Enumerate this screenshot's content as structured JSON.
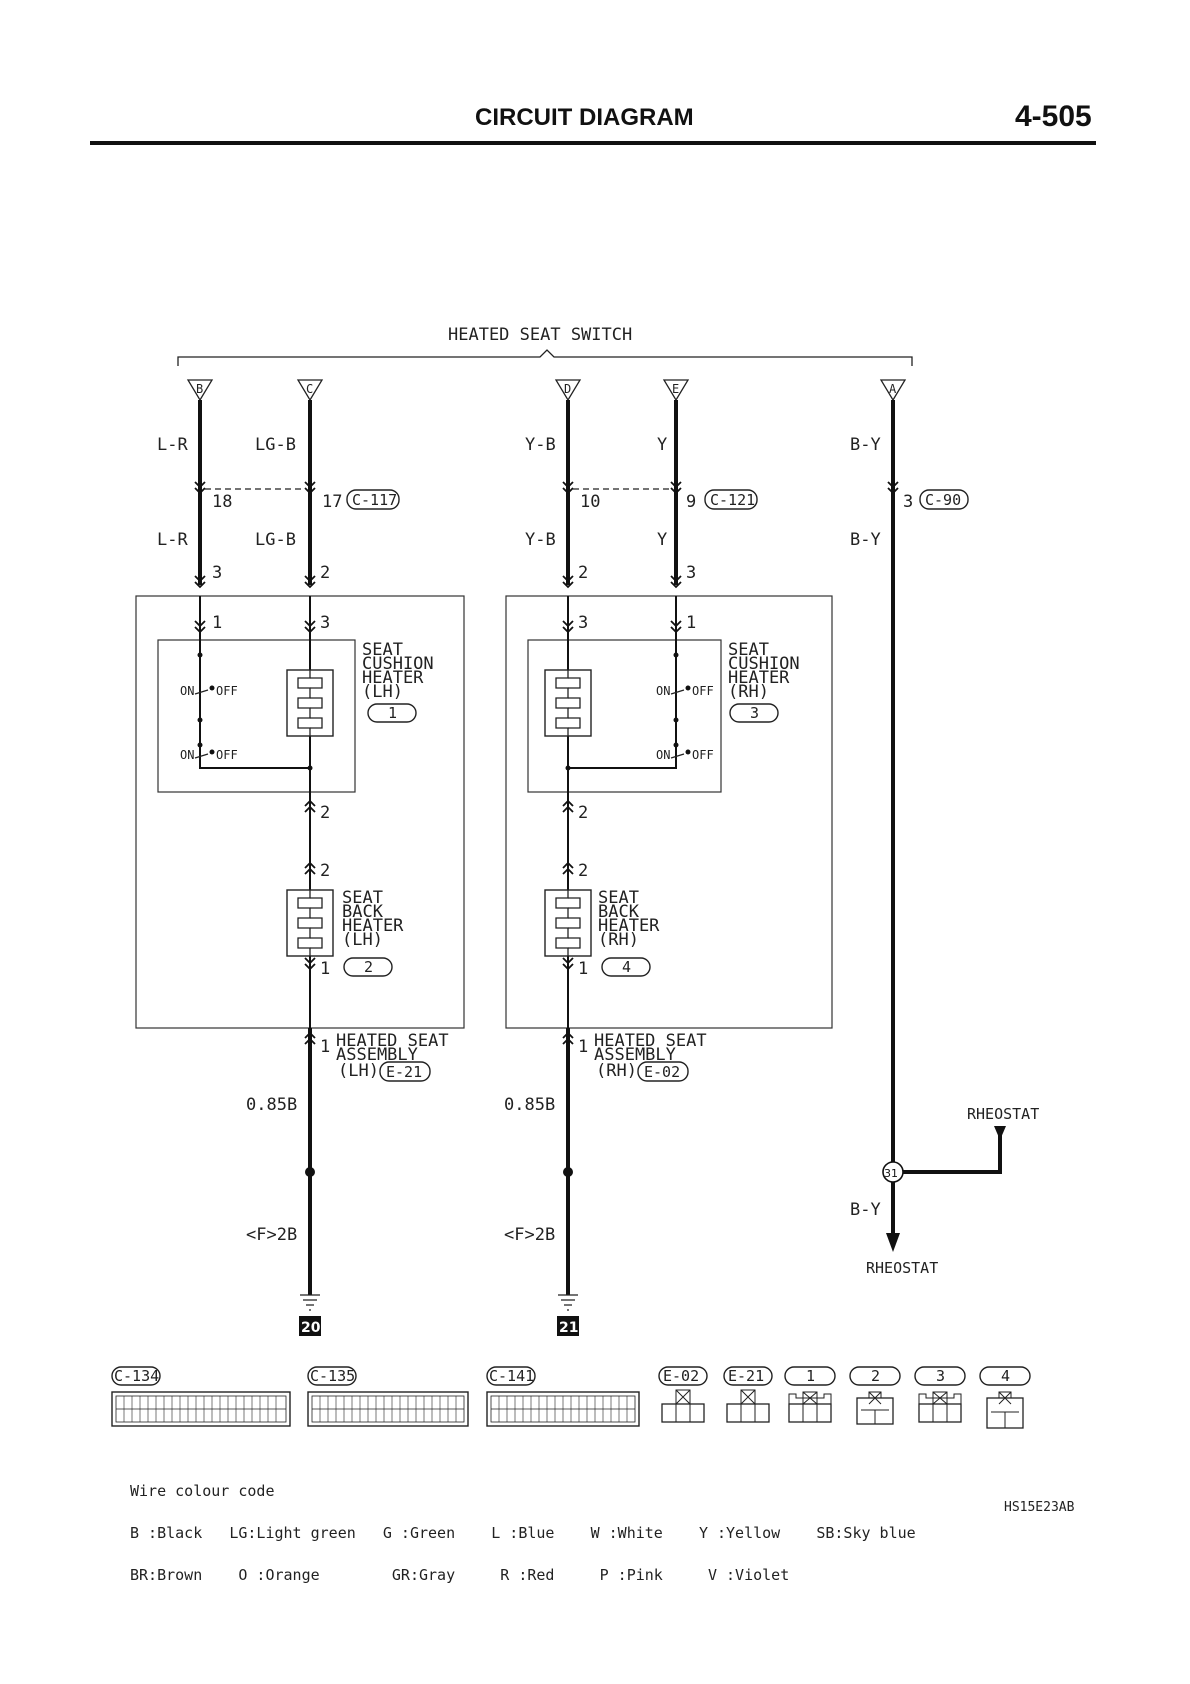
{
  "header": {
    "title": "CIRCUIT DIAGRAM",
    "page_number": "4-505"
  },
  "diagram": {
    "switch_title": "HEATED SEAT SWITCH",
    "terminals": {
      "b": "B",
      "c": "C",
      "d": "D",
      "e": "E",
      "a": "A"
    },
    "wire_colors": {
      "l_r": "L-R",
      "lg_b": "LG-B",
      "y_b": "Y-B",
      "y": "Y",
      "b_y": "B-Y",
      "w085b": "0.85B",
      "f2b": "<F>2B"
    },
    "pins": {
      "p18": "18",
      "p17": "17",
      "p10": "10",
      "p9": "9",
      "p3": "3",
      "p2": "2",
      "p1": "1"
    },
    "connector_ids": {
      "c117": "C-117",
      "c121": "C-121",
      "c90": "C-90",
      "e21": "E-21",
      "e02": "E-02",
      "c134": "C-134",
      "c135": "C-135",
      "c141": "C-141"
    },
    "components": {
      "cushion_lh": [
        "SEAT",
        "CUSHION",
        "HEATER",
        "(LH)"
      ],
      "cushion_rh": [
        "SEAT",
        "CUSHION",
        "HEATER",
        "(RH)"
      ],
      "back_lh": [
        "SEAT",
        "BACK",
        "HEATER",
        "(LH)"
      ],
      "back_rh": [
        "SEAT",
        "BACK",
        "HEATER",
        "(RH)"
      ],
      "assembly_lh": [
        "HEATED SEAT",
        "ASSEMBLY",
        "(LH)"
      ],
      "assembly_rh": [
        "HEATED SEAT",
        "ASSEMBLY",
        "(RH)"
      ]
    },
    "component_refs": {
      "r1": "1",
      "r2": "2",
      "r3": "3",
      "r4": "4"
    },
    "switch_states": {
      "on": "ON",
      "off": "OFF"
    },
    "rheostat": "RHEOSTAT",
    "splice": "31",
    "ground_points": {
      "g20": "20",
      "g21": "21"
    }
  },
  "legend": {
    "title": "Wire colour code",
    "row1": "B :Black   LG:Light green   G :Green    L :Blue    W :White    Y :Yellow    SB:Sky blue",
    "row2": "BR:Brown    O :Orange        GR:Gray     R :Red     P :Pink     V :Violet"
  },
  "figure_code": "HS15E23AB"
}
